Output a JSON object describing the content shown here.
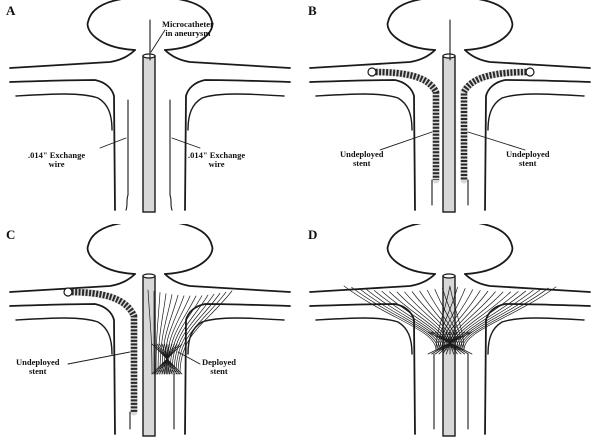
{
  "colors": {
    "line": "#1a1a1a",
    "stent": "#2a2a2a",
    "background": "#ffffff"
  },
  "panels": [
    {
      "letter": "A",
      "labels": {
        "microcatheter": [
          "Microcatheter",
          "in aneurysm"
        ],
        "wire_left": [
          ".014\" Exchange",
          "wire"
        ],
        "wire_right": [
          ".014\" Exchange",
          "wire"
        ]
      }
    },
    {
      "letter": "B",
      "labels": {
        "stent_left": [
          "Undeployed",
          "stent"
        ],
        "stent_right": [
          "Undeployed",
          "stent"
        ]
      }
    },
    {
      "letter": "C",
      "labels": {
        "stent_left": [
          "Undeployed",
          "stent"
        ],
        "stent_right": [
          "Deployed",
          "stent"
        ]
      }
    },
    {
      "letter": "D",
      "labels": {}
    }
  ]
}
